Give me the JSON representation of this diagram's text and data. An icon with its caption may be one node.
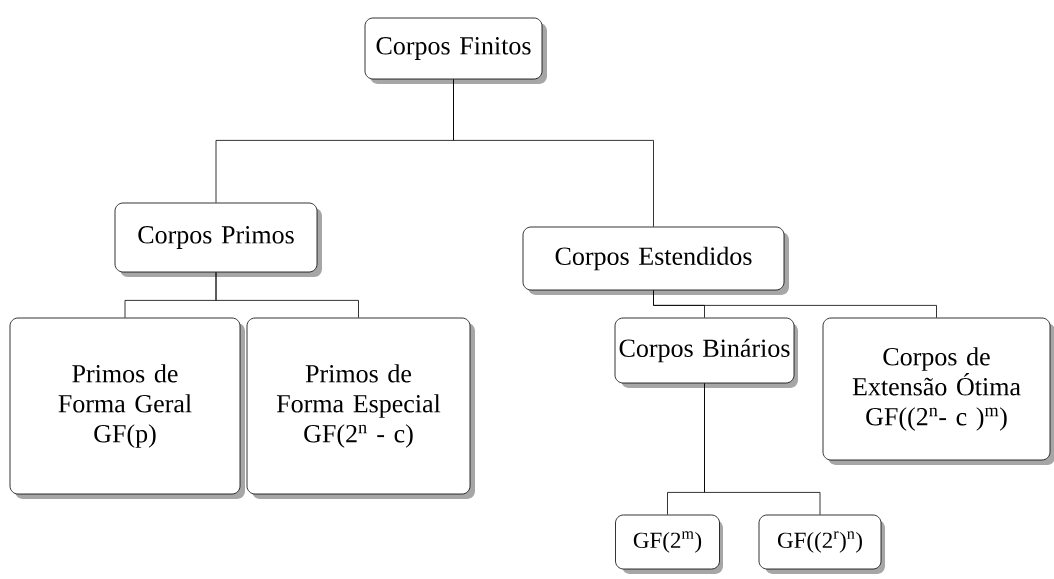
{
  "diagram": {
    "nodes": [
      {
        "text": [
          "Corpos Finitos"
        ]
      },
      {
        "text": [
          "Corpos Primos"
        ]
      },
      {
        "text": [
          "Corpos Estendidos"
        ]
      },
      {
        "text": [
          "Primos de Forma Geral",
          "GF(p)"
        ]
      },
      {
        "text": [
          "Primos de Forma Especial",
          "GF(2$^{n}$ - c)"
        ]
      },
      {
        "text": [
          "Corpos Binários"
        ]
      },
      {
        "text": [
          "Corpos de Extensão Ótima",
          "GF((2$^{n}$- c )$^{m}$)"
        ]
      },
      {
        "text": [
          "GF(2$^{m}$)"
        ]
      },
      {
        "text": [
          "GF((2$^{r}$)$^{n}$)"
        ]
      }
    ],
    "edges": [
      {
        "from": 0,
        "to": 1,
        "arrow": "none"
      },
      {
        "from": 0,
        "to": 2,
        "arrow": "none"
      },
      {
        "from": 1,
        "to": 3,
        "arrow": "none"
      },
      {
        "from": 1,
        "to": 4,
        "arrow": "none"
      },
      {
        "from": 2,
        "to": 5,
        "arrow": "none"
      },
      {
        "from": 2,
        "to": 6,
        "arrow": "none"
      },
      {
        "from": 5,
        "to": 7,
        "arrow": "none"
      },
      {
        "from": 5,
        "to": 8,
        "arrow": "none"
      }
    ]
  }
}
